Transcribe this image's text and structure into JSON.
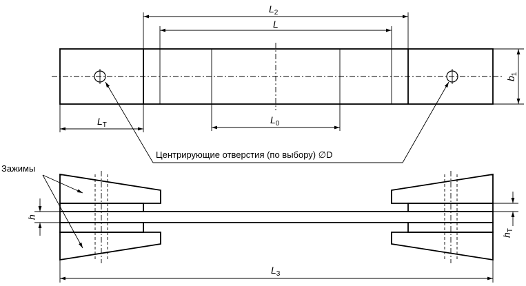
{
  "dimensions": {
    "L2": {
      "symbol": "L",
      "subscript": "2"
    },
    "L": {
      "symbol": "L",
      "subscript": ""
    },
    "b1": {
      "symbol": "b",
      "subscript": "1"
    },
    "LT": {
      "symbol": "L",
      "subscript": "T"
    },
    "L0": {
      "symbol": "L",
      "subscript": "0"
    },
    "h": {
      "symbol": "h",
      "subscript": ""
    },
    "hT": {
      "symbol": "h",
      "subscript": "T"
    },
    "L3": {
      "symbol": "L",
      "subscript": "3"
    }
  },
  "annotations": {
    "centering_holes": "Центрирующие отверстия (по выбору) ∅D",
    "clamps": "Зажимы"
  }
}
